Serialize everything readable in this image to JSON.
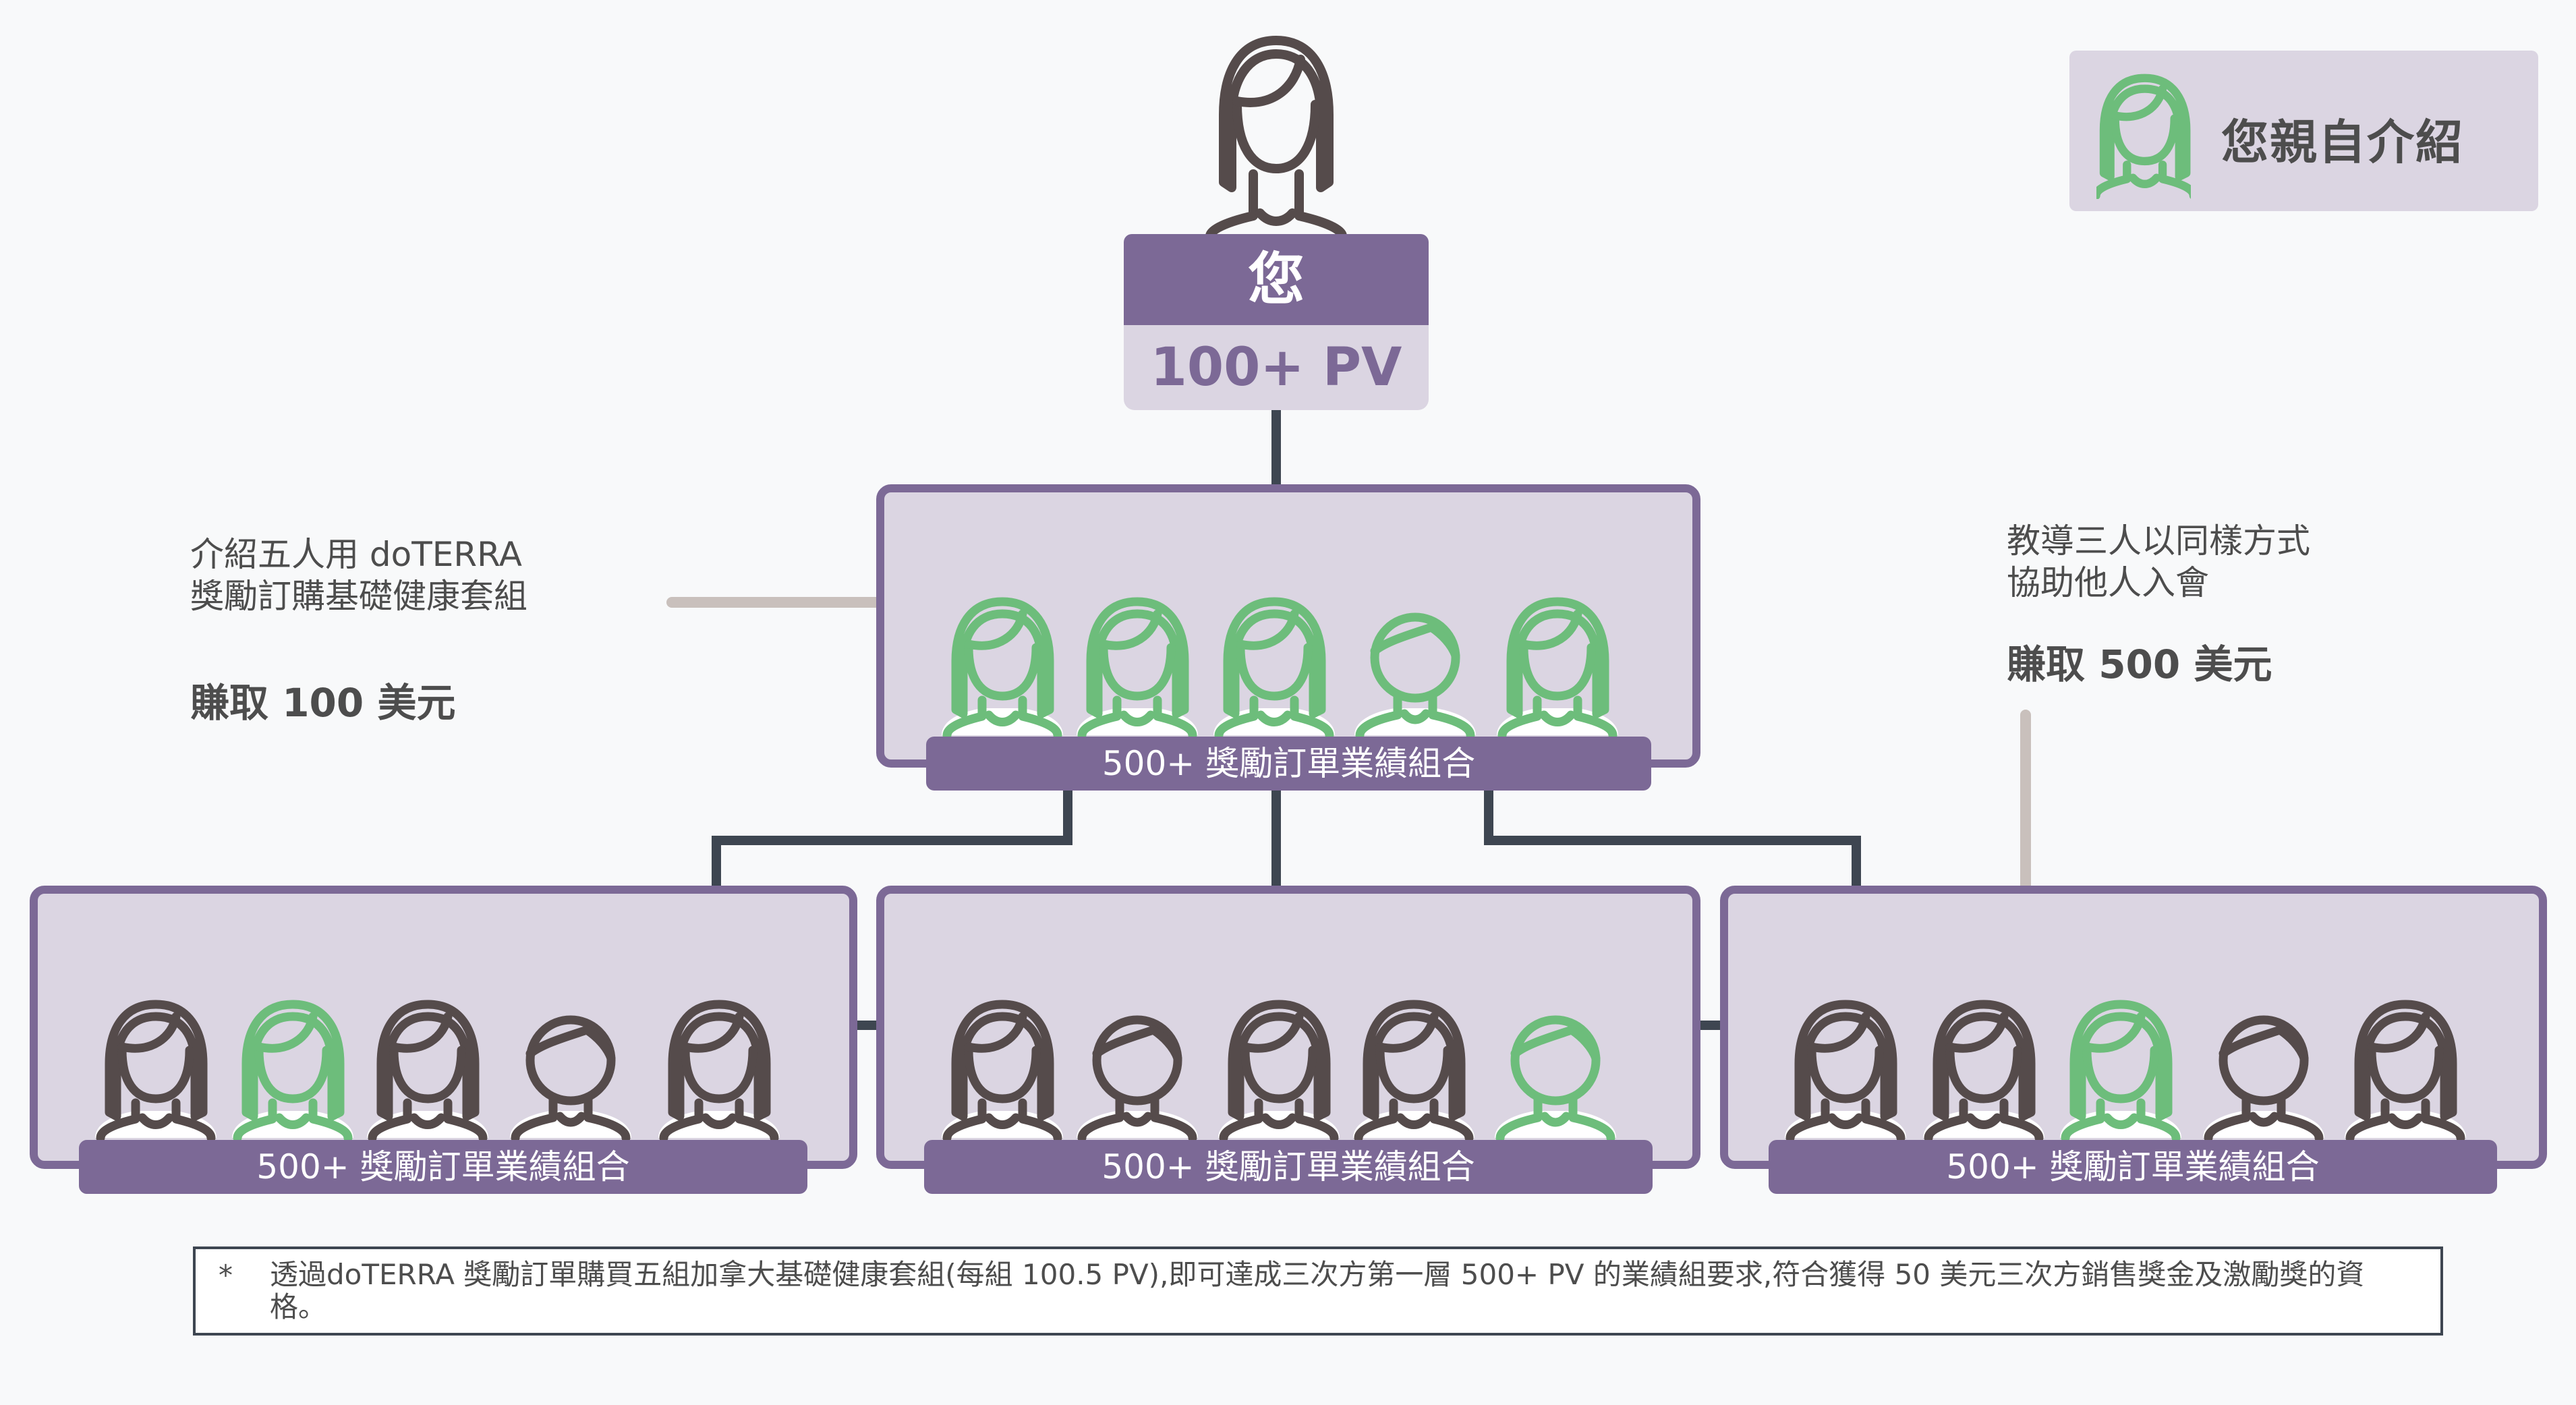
{
  "legend": {
    "label": "您親自介紹"
  },
  "you": {
    "label": "您",
    "pv": "100+ PV"
  },
  "left_note": {
    "line1": "介紹五人用 doTERRA",
    "line2": "獎勵訂購基礎健康套組",
    "earn": "賺取 100 美元"
  },
  "right_note": {
    "line1": "教導三人以同樣方式",
    "line2": "協助他人入會",
    "earn": "賺取 500 美元"
  },
  "bars": {
    "level1": "500+ 獎勵訂單業績組合",
    "level2_left": "500+ 獎勵訂單業績組合",
    "level2_mid": "500+ 獎勵訂單業績組合",
    "level2_right": "500+ 獎勵訂單業績組合"
  },
  "footnote": {
    "marker": "*",
    "text": "透過doTERRA 獎勵訂單購買五組加拿大基礎健康套組(每組 100.5 PV),即可達成三次方第一層 500+ PV 的業績組要求,符合獲得 50 美元三次方銷售獎金及激勵獎的資格。"
  },
  "groups": {
    "level1": [
      "female-personal",
      "female-personal",
      "female-personal",
      "male-personal",
      "female-personal"
    ],
    "level2_left": [
      "female",
      "female-personal",
      "female",
      "male",
      "female"
    ],
    "level2_mid": [
      "female",
      "male",
      "female",
      "female",
      "male-personal"
    ],
    "level2_right": [
      "female",
      "female",
      "female-personal",
      "male",
      "female"
    ]
  },
  "colors": {
    "accent": "#7c6996",
    "panel": "#dbd5e2",
    "personal": "#6dbd7b",
    "figure": "#554b4b",
    "connector": "#3e4651",
    "note_line": "#c9c0bc"
  }
}
